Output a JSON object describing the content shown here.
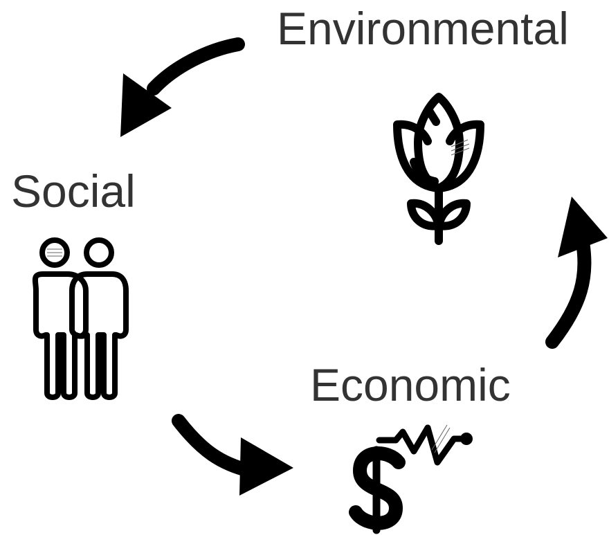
{
  "labels": {
    "environmental": "Environmental",
    "social": "Social",
    "economic": "Economic"
  },
  "icons": {
    "environmental": "flower-icon",
    "social": "people-icon",
    "economic": "dollar-trend-icon"
  },
  "colors": {
    "text": "#333333",
    "stroke": "#000000",
    "background": "#ffffff"
  }
}
